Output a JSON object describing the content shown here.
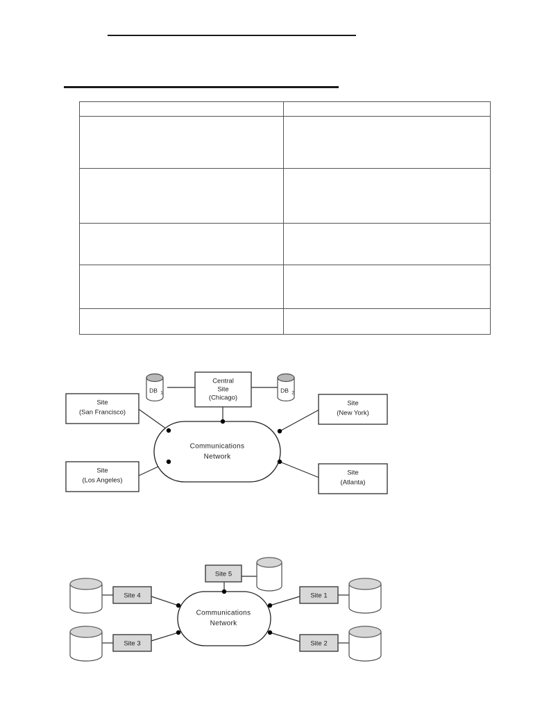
{
  "document": {
    "rules": [
      {
        "name": "top-rule"
      },
      {
        "name": "section-rule"
      }
    ]
  },
  "table": {
    "columns": [
      "",
      ""
    ],
    "rows": [
      [
        "",
        ""
      ],
      [
        "",
        ""
      ],
      [
        "",
        ""
      ],
      [
        "",
        ""
      ],
      [
        "",
        ""
      ]
    ]
  },
  "figure_central": {
    "network_label_line1": "Communications",
    "network_label_line2": "Network",
    "central": {
      "line1": "Central",
      "line2": "Site",
      "line3": "(Chicago)"
    },
    "databases": [
      {
        "base": "DB",
        "sub": "1"
      },
      {
        "base": "DB",
        "sub": "2"
      }
    ],
    "sites": [
      {
        "line1": "Site",
        "line2": "(San Francisco)"
      },
      {
        "line1": "Site",
        "line2": "(Los Angeles)"
      },
      {
        "line1": "Site",
        "line2": "(New York)"
      },
      {
        "line1": "Site",
        "line2": "(Atlanta)"
      }
    ]
  },
  "figure_peer": {
    "network_label_line1": "Communications",
    "network_label_line2": "Network",
    "sites": [
      {
        "label": "Site 1"
      },
      {
        "label": "Site 2"
      },
      {
        "label": "Site 3"
      },
      {
        "label": "Site 4"
      },
      {
        "label": "Site 5"
      }
    ]
  },
  "colors": {
    "line": "#2b2b2b",
    "box_fill": "#ffffff",
    "box_gray_fill": "#d8d8d8",
    "cylinder_top": "#b9b9b9",
    "text": "#1b1b1b"
  }
}
